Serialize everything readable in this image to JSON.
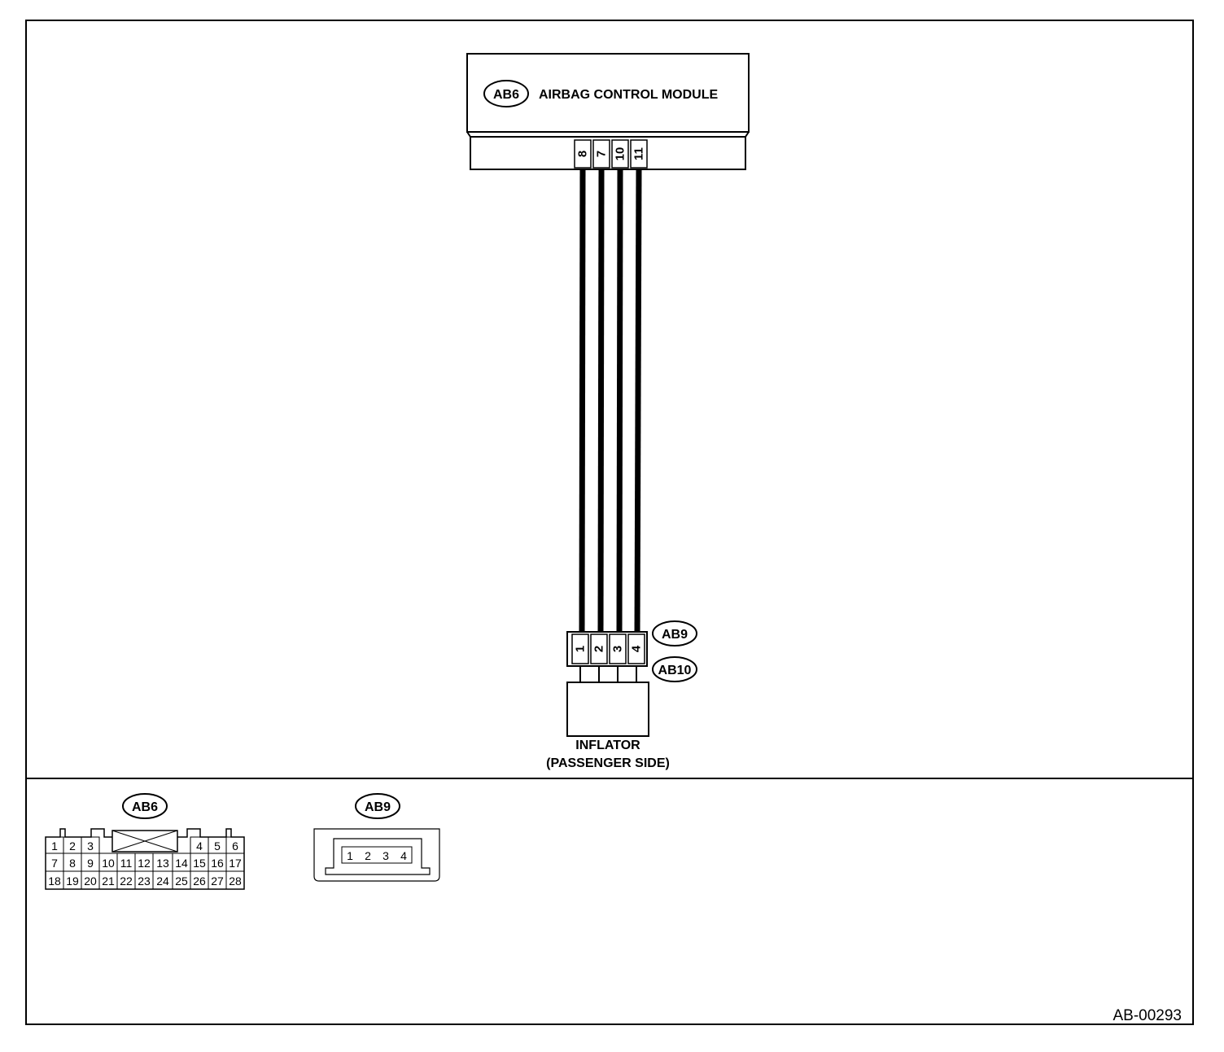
{
  "module": {
    "connector_id": "AB6",
    "name": "AIRBAG CONTROL MODULE",
    "pins": [
      "8",
      "7",
      "10",
      "11"
    ]
  },
  "inflator": {
    "connector_top": "AB9",
    "connector_bottom": "AB10",
    "pins": [
      "1",
      "2",
      "3",
      "4"
    ],
    "label_line1": "INFLATOR",
    "label_line2": "(PASSENGER SIDE)"
  },
  "legend": {
    "ab6": {
      "id": "AB6",
      "row1_left": [
        "1",
        "2",
        "3"
      ],
      "row1_right": [
        "4",
        "5",
        "6"
      ],
      "row2": [
        "7",
        "8",
        "9",
        "10",
        "11",
        "12",
        "13",
        "14",
        "15",
        "16",
        "17"
      ],
      "row3": [
        "18",
        "19",
        "20",
        "21",
        "22",
        "23",
        "24",
        "25",
        "26",
        "27",
        "28"
      ]
    },
    "ab9": {
      "id": "AB9",
      "pins": [
        "1",
        "2",
        "3",
        "4"
      ]
    }
  },
  "reference": "AB-00293"
}
